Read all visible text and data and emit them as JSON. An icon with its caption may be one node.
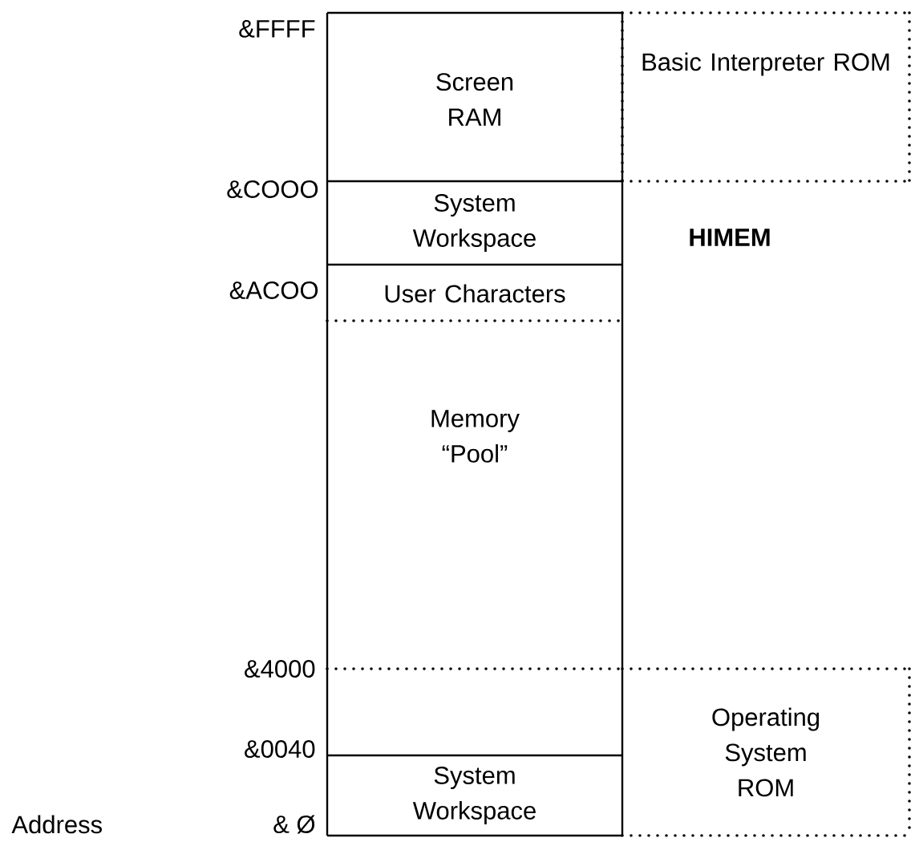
{
  "diagram": {
    "nodes": [
      {
        "text": [
          "Screen RAM"
        ]
      },
      {
        "text": [
          "System Workspace"
        ]
      },
      {
        "text": [
          "User Characters"
        ]
      },
      {
        "text": [
          "Memory “Pool”"
        ]
      },
      {
        "text": [
          "System Workspace"
        ]
      },
      {
        "text": [
          "Basic Interpreter ROM"
        ]
      },
      {
        "text": [
          "Operating System ROM"
        ]
      }
    ],
    "labels": [
      "&FFFF",
      "&COOO",
      "HIMEM",
      "&ACOO",
      "&4000",
      "&0040",
      "Address",
      "& Ø"
    ]
  }
}
